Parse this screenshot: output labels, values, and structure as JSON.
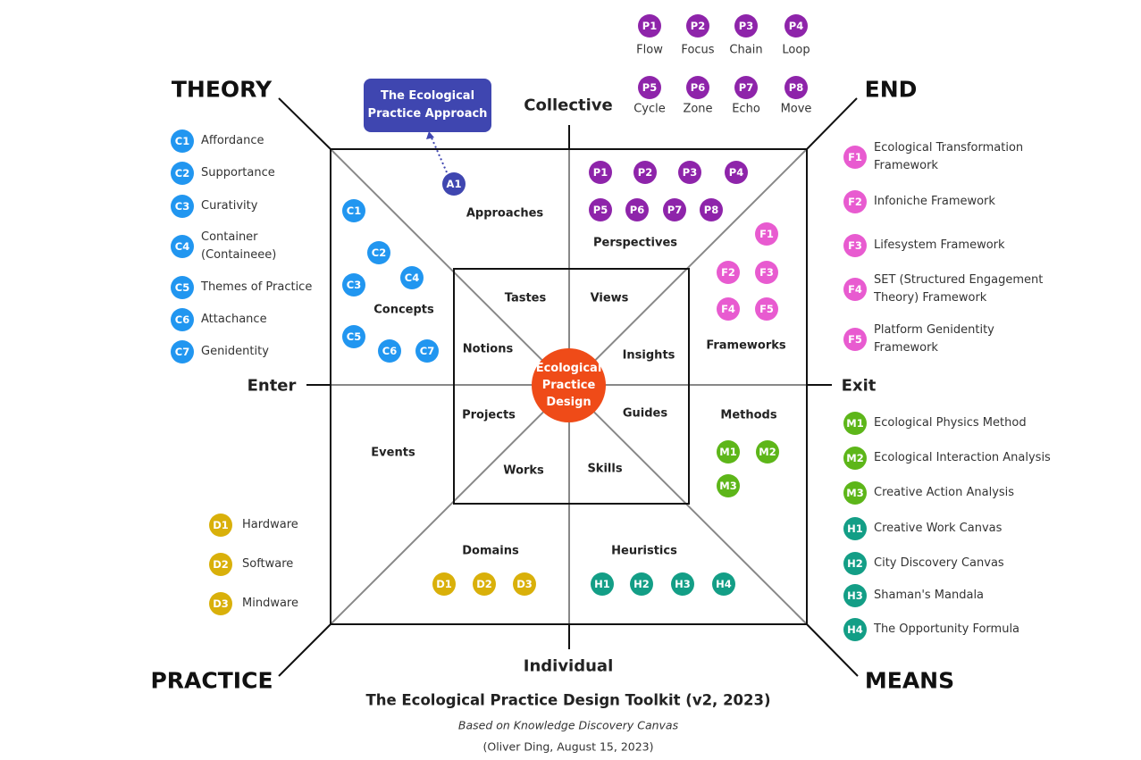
{
  "title": "The Ecological Practice Design Toolkit (v2, 2023)",
  "subtitle": "Based on Knowledge Discovery Canvas",
  "credit": "(Oliver Ding, August 15, 2023)",
  "corners": {
    "theory": "THEORY",
    "end": "END",
    "practice": "PRACTICE",
    "means": "MEANS"
  },
  "axes": {
    "collective": "Collective",
    "individual": "Individual",
    "enter": "Enter",
    "exit": "Exit"
  },
  "center": "Ecological Practice Design",
  "approach_box": "The Ecological Practice Approach",
  "outer_sections": {
    "approaches": "Approaches",
    "perspectives": "Perspectives",
    "concepts": "Concepts",
    "frameworks": "Frameworks",
    "events": "Events",
    "methods": "Methods",
    "domains": "Domains",
    "heuristics": "Heuristics"
  },
  "inner_sections": {
    "tastes": "Tastes",
    "views": "Views",
    "notions": "Notions",
    "insights": "Insights",
    "projects": "Projects",
    "guides": "Guides",
    "works": "Works",
    "skills": "Skills"
  },
  "colors": {
    "approach": "#3F46B0",
    "concept": "#2196F0",
    "perspective": "#8E24AA",
    "framework": "#E85BD0",
    "method": "#5DB619",
    "heuristic": "#139E86",
    "domain": "#D9B00A",
    "center": "#EF4B18"
  },
  "diagram_badges": {
    "approach": [
      "A1"
    ],
    "concepts": [
      "C1",
      "C2",
      "C3",
      "C4",
      "C5",
      "C6",
      "C7"
    ],
    "perspectives": [
      "P1",
      "P2",
      "P3",
      "P4",
      "P5",
      "P6",
      "P7",
      "P8"
    ],
    "frameworks": [
      "F1",
      "F2",
      "F3",
      "F4",
      "F5"
    ],
    "methods": [
      "M1",
      "M2",
      "M3"
    ],
    "domains": [
      "D1",
      "D2",
      "D3"
    ],
    "heuristics": [
      "H1",
      "H2",
      "H3",
      "H4"
    ]
  },
  "perspective_legend": [
    {
      "id": "P1",
      "label": "Flow"
    },
    {
      "id": "P2",
      "label": "Focus"
    },
    {
      "id": "P3",
      "label": "Chain"
    },
    {
      "id": "P4",
      "label": "Loop"
    },
    {
      "id": "P5",
      "label": "Cycle"
    },
    {
      "id": "P6",
      "label": "Zone"
    },
    {
      "id": "P7",
      "label": "Echo"
    },
    {
      "id": "P8",
      "label": "Move"
    }
  ],
  "concept_legend": [
    {
      "id": "C1",
      "label": "Affordance"
    },
    {
      "id": "C2",
      "label": "Supportance"
    },
    {
      "id": "C3",
      "label": "Curativity"
    },
    {
      "id": "C4",
      "label": "Container\n(Containeee)"
    },
    {
      "id": "C5",
      "label": "Themes of Practice"
    },
    {
      "id": "C6",
      "label": "Attachance"
    },
    {
      "id": "C7",
      "label": "Genidentity"
    }
  ],
  "domain_legend": [
    {
      "id": "D1",
      "label": "Hardware"
    },
    {
      "id": "D2",
      "label": "Software"
    },
    {
      "id": "D3",
      "label": "Mindware"
    }
  ],
  "framework_legend": [
    {
      "id": "F1",
      "label": "Ecological Transformation\nFramework"
    },
    {
      "id": "F2",
      "label": "Infoniche Framework"
    },
    {
      "id": "F3",
      "label": "Lifesystem Framework"
    },
    {
      "id": "F4",
      "label": "SET (Structured Engagement\nTheory) Framework"
    },
    {
      "id": "F5",
      "label": "Platform Genidentity\nFramework"
    }
  ],
  "method_legend": [
    {
      "id": "M1",
      "label": "Ecological Physics Method"
    },
    {
      "id": "M2",
      "label": "Ecological Interaction Analysis"
    },
    {
      "id": "M3",
      "label": "Creative Action Analysis"
    }
  ],
  "heuristic_legend": [
    {
      "id": "H1",
      "label": "Creative Work Canvas"
    },
    {
      "id": "H2",
      "label": "City Discovery Canvas"
    },
    {
      "id": "H3",
      "label": "Shaman's Mandala"
    },
    {
      "id": "H4",
      "label": "The Opportunity Formula"
    }
  ]
}
